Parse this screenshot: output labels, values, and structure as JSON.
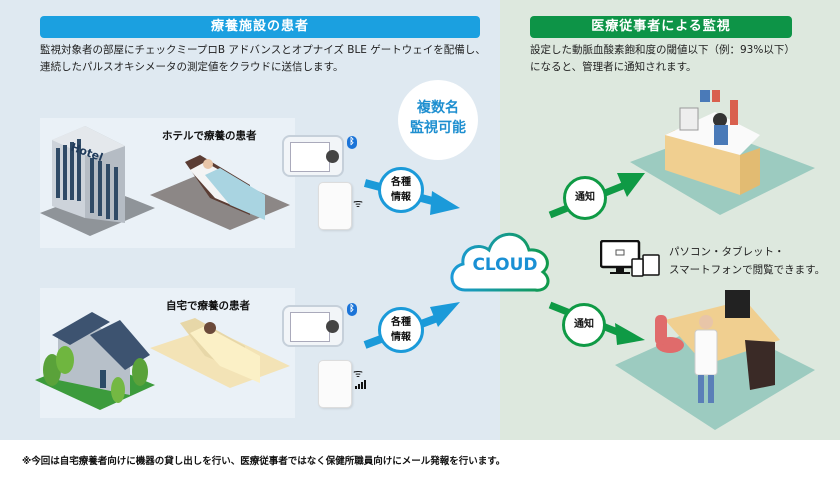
{
  "left_section": {
    "title": "療養施設の患者",
    "description_line1": "監視対象者の部屋にチェックミープロB アドバンスとオプナイズ BLE ゲートウェイを配備し、",
    "description_line2": "連続したパルスオキシメータの測定値をクラウドに送信します。",
    "multi_badge_line1": "複数名",
    "multi_badge_line2": "監視可能",
    "scenes": [
      {
        "label": "ホテルで療養の患者",
        "building_label": "Hotel",
        "building": "hotel-building",
        "info_line1": "各種",
        "info_line2": "情報"
      },
      {
        "label": "自宅で療養の患者",
        "building": "house",
        "info_line1": "各種",
        "info_line2": "情報"
      }
    ]
  },
  "cloud": {
    "label": "CLOUD"
  },
  "right_section": {
    "title": "医療従事者による監視",
    "description_line1": "設定した動脈血酸素飽和度の閾値以下（例：93%以下）",
    "description_line2": "になると、管理者に通知されます。",
    "notifications": [
      {
        "label": "通知",
        "destination": "reception-desk"
      },
      {
        "label": "通知",
        "destination": "doctor-office"
      }
    ],
    "devices_text_line1": "パソコン・タブレット・",
    "devices_text_line2": "スマートフォンで閲覧できます。"
  },
  "footnote": "※今回は自宅療養者向けに機器の貸し出しを行い、医療従事者ではなく保健所職員向けにメール発報を行います。",
  "colors": {
    "left_accent": "#1ba0e0",
    "right_accent": "#0d9447",
    "left_bg": "#dfe9f1",
    "right_bg": "#dde8de"
  }
}
